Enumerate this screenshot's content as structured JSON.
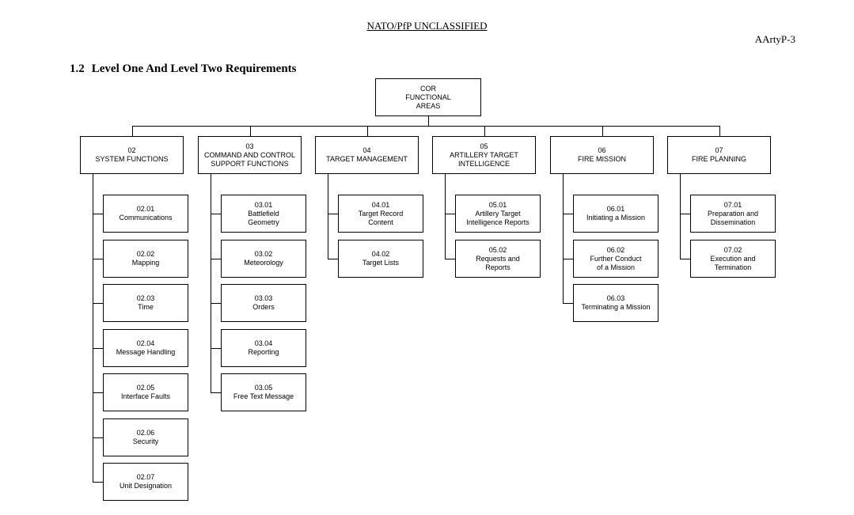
{
  "header": {
    "classification": "NATO/PfP UNCLASSIFIED",
    "doc_ref": "AArtyP-3"
  },
  "section": {
    "number": "1.2",
    "title": "Level One And Level Two Requirements"
  },
  "root": {
    "lines": [
      "COR",
      "FUNCTIONAL",
      "AREAS"
    ]
  },
  "areas": [
    {
      "code": "02",
      "title_lines": [
        "SYSTEM FUNCTIONS"
      ],
      "children": [
        {
          "code": "02.01",
          "lines": [
            "Communications"
          ]
        },
        {
          "code": "02.02",
          "lines": [
            "Mapping"
          ]
        },
        {
          "code": "02.03",
          "lines": [
            "Time"
          ]
        },
        {
          "code": "02.04",
          "lines": [
            "Message Handling"
          ]
        },
        {
          "code": "02.05",
          "lines": [
            "Interface Faults"
          ]
        },
        {
          "code": "02.06",
          "lines": [
            "Security"
          ]
        },
        {
          "code": "02.07",
          "lines": [
            "Unit Designation"
          ]
        }
      ]
    },
    {
      "code": "03",
      "title_lines": [
        "COMMAND AND CONTROL",
        "SUPPORT FUNCTIONS"
      ],
      "children": [
        {
          "code": "03.01",
          "lines": [
            "Battlefield",
            "Geometry"
          ]
        },
        {
          "code": "03.02",
          "lines": [
            "Meteorology"
          ]
        },
        {
          "code": "03.03",
          "lines": [
            "Orders"
          ]
        },
        {
          "code": "03.04",
          "lines": [
            "Reporting"
          ]
        },
        {
          "code": "03.05",
          "lines": [
            "Free Text Message"
          ]
        }
      ]
    },
    {
      "code": "04",
      "title_lines": [
        "TARGET MANAGEMENT"
      ],
      "children": [
        {
          "code": "04.01",
          "lines": [
            "Target Record",
            "Content"
          ]
        },
        {
          "code": "04.02",
          "lines": [
            "Target Lists"
          ]
        }
      ]
    },
    {
      "code": "05",
      "title_lines": [
        "ARTILLERY  TARGET",
        "INTELLIGENCE"
      ],
      "children": [
        {
          "code": "05.01",
          "lines": [
            "Artillery Target",
            "Intelligence Reports"
          ]
        },
        {
          "code": "05.02",
          "lines": [
            "Requests and",
            "Reports"
          ]
        }
      ]
    },
    {
      "code": "06",
      "title_lines": [
        "FIRE MISSION"
      ],
      "children": [
        {
          "code": "06.01",
          "lines": [
            "Initiating a Mission"
          ]
        },
        {
          "code": "06.02",
          "lines": [
            "Further Conduct",
            "of a Mission"
          ]
        },
        {
          "code": "06.03",
          "lines": [
            "Terminating a Mission"
          ]
        }
      ]
    },
    {
      "code": "07",
      "title_lines": [
        "FIRE PLANNING"
      ],
      "children": [
        {
          "code": "07.01",
          "lines": [
            "Preparation and",
            "Dissemination"
          ]
        },
        {
          "code": "07.02",
          "lines": [
            "Execution and",
            "Termination"
          ]
        }
      ]
    }
  ]
}
